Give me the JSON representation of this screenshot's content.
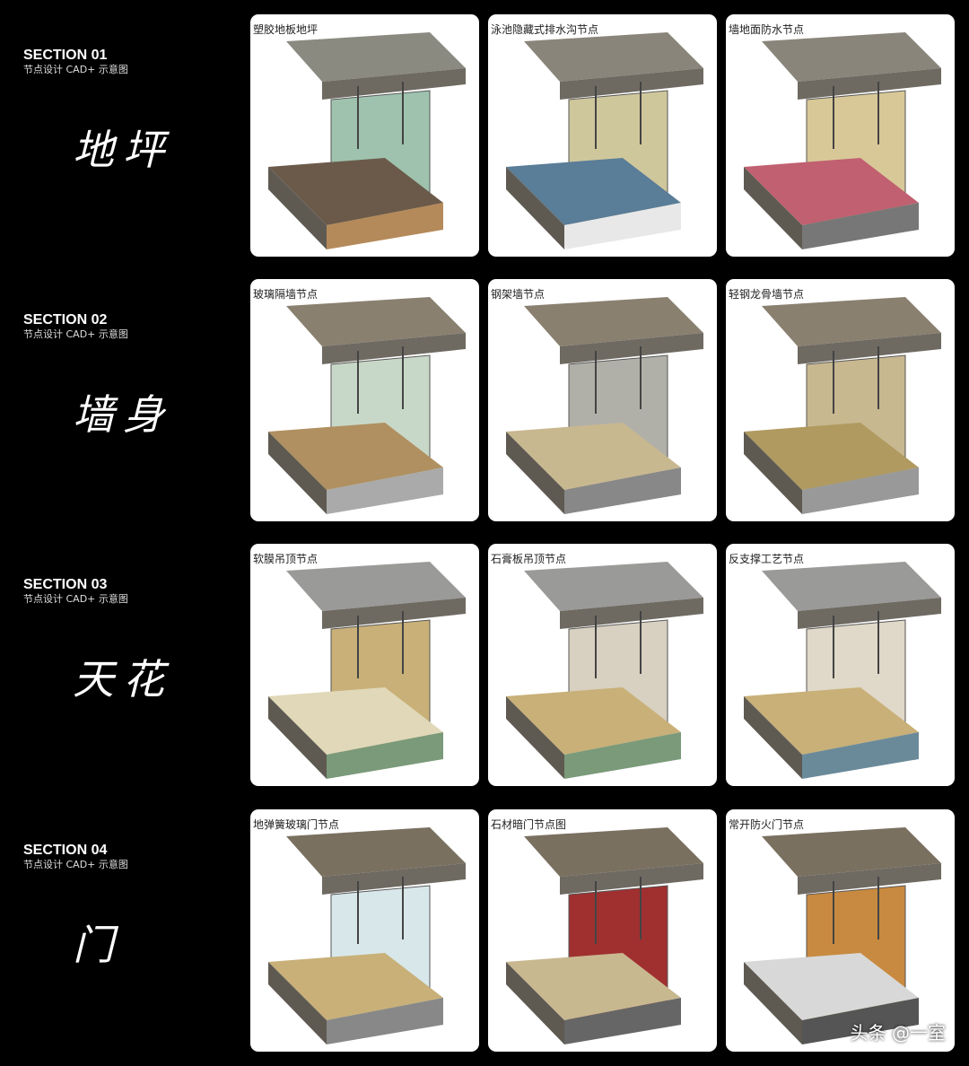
{
  "sections": [
    {
      "title": "SECTION 01",
      "subtitle": "节点设计 CAD+ 示意图",
      "heading": "地坪",
      "cards": [
        {
          "title": "塑胶地板地坪"
        },
        {
          "title": "泳池隐藏式排水沟节点"
        },
        {
          "title": "墙地面防水节点"
        }
      ]
    },
    {
      "title": "SECTION 02",
      "subtitle": "节点设计 CAD+ 示意图",
      "heading": "墙身",
      "cards": [
        {
          "title": "玻璃隔墙节点"
        },
        {
          "title": "钢架墙节点"
        },
        {
          "title": "轻钢龙骨墙节点"
        }
      ]
    },
    {
      "title": "SECTION 03",
      "subtitle": "节点设计 CAD+ 示意图",
      "heading": "天花",
      "cards": [
        {
          "title": "软膜吊顶节点"
        },
        {
          "title": "石膏板吊顶节点"
        },
        {
          "title": "反支撑工艺节点"
        }
      ]
    },
    {
      "title": "SECTION 04",
      "subtitle": "节点设计 CAD+ 示意图",
      "heading": "门",
      "cards": [
        {
          "title": "地弹簧玻璃门节点"
        },
        {
          "title": "石材暗门节点图"
        },
        {
          "title": "常开防火门节点"
        }
      ]
    }
  ],
  "watermark": "头条 @一室"
}
